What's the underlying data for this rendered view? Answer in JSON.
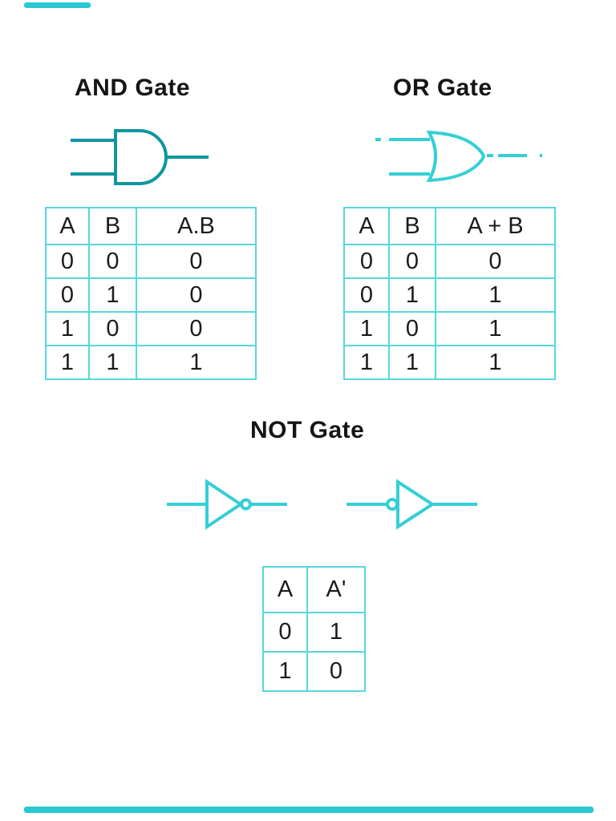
{
  "colors": {
    "and_stroke": "#0d96a0",
    "cyan_stroke": "#34cfd6",
    "table_border": "#55d7e0",
    "edge_bar": "#28c8d4",
    "text": "#1b1b1b",
    "heading": "#151515",
    "page_bg": "#ffffff"
  },
  "icons": {
    "and_symbol": "and-gate-icon",
    "or_symbol": "or-gate-icon",
    "not_symbol_bubble_out": "not-gate-bubble-output-icon",
    "not_symbol_bubble_in": "not-gate-bubble-input-icon"
  },
  "sections": {
    "and": {
      "title": "AND Gate",
      "table": {
        "headers": [
          "A",
          "B",
          "A.B"
        ],
        "rows": [
          [
            "0",
            "0",
            "0"
          ],
          [
            "0",
            "1",
            "0"
          ],
          [
            "1",
            "0",
            "0"
          ],
          [
            "1",
            "1",
            "1"
          ]
        ]
      }
    },
    "or": {
      "title": "OR Gate",
      "table": {
        "headers": [
          "A",
          "B",
          "A + B"
        ],
        "rows": [
          [
            "0",
            "0",
            "0"
          ],
          [
            "0",
            "1",
            "1"
          ],
          [
            "1",
            "0",
            "1"
          ],
          [
            "1",
            "1",
            "1"
          ]
        ]
      }
    },
    "not": {
      "title": "NOT Gate",
      "table": {
        "headers": [
          "A",
          "A'"
        ],
        "rows": [
          [
            "0",
            "1"
          ],
          [
            "1",
            "0"
          ]
        ]
      }
    }
  }
}
